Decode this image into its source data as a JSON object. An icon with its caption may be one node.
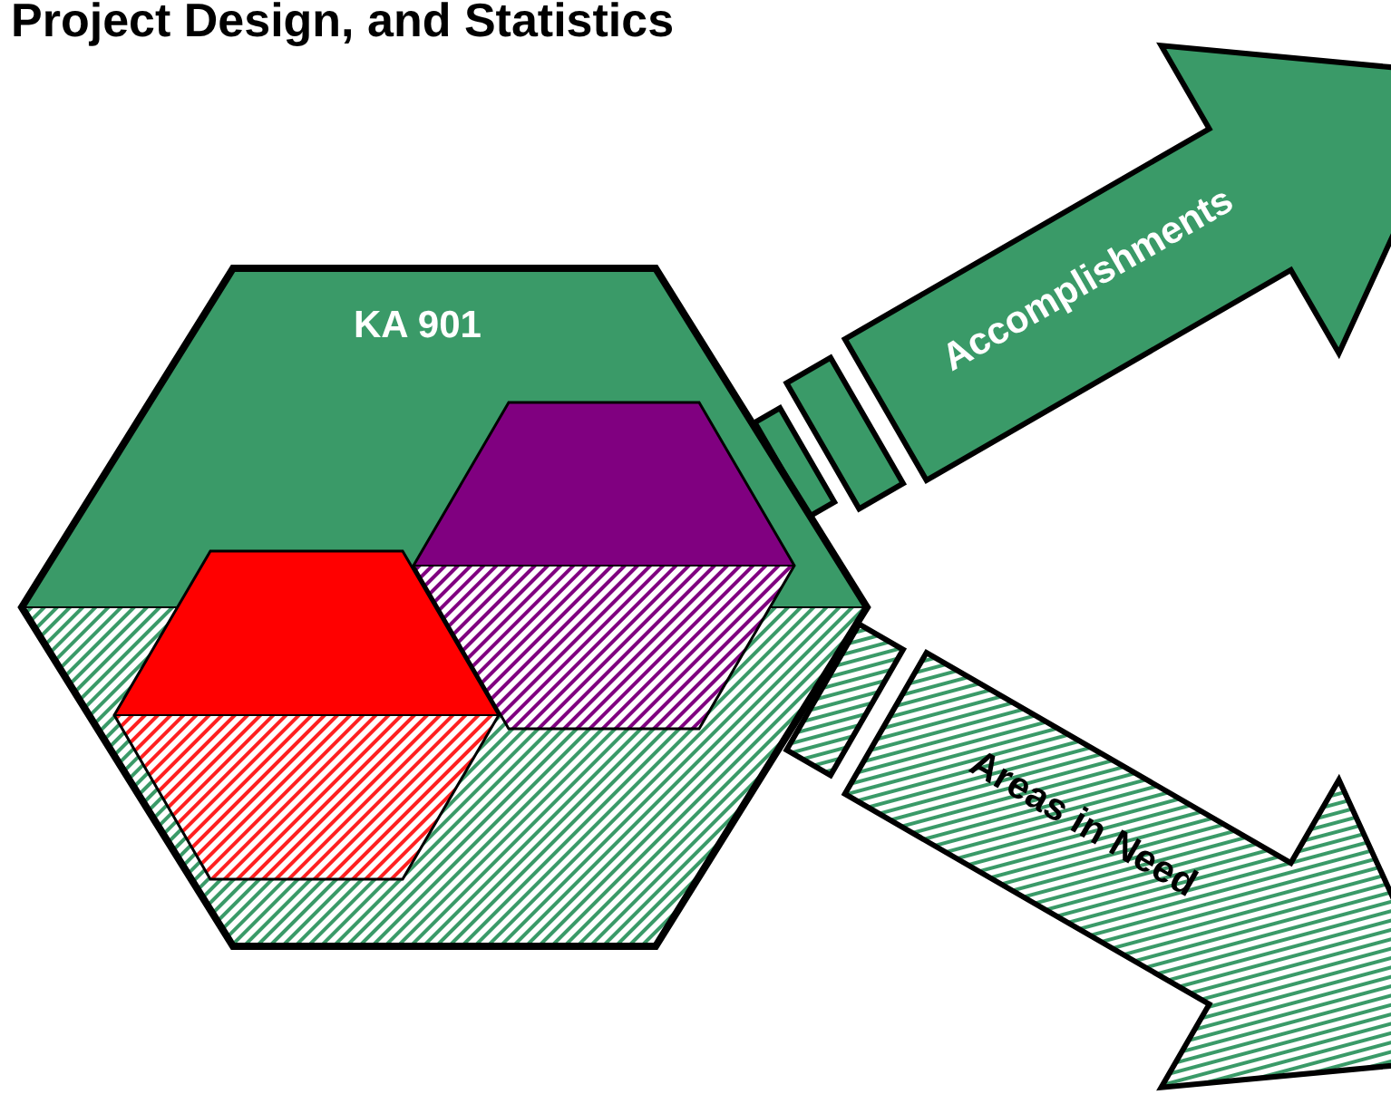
{
  "diagram": {
    "title": "Project Design, and Statistics",
    "nodes": [
      {
        "text": [
          "KA 901"
        ]
      },
      {
        "text": [],
        "shape": "hexagon",
        "in": 0
      },
      {
        "text": [],
        "shape": "hexagon",
        "in": 0
      },
      {
        "text": [
          "Accomplishments"
        ]
      },
      {
        "text": [
          "Areas in Need"
        ]
      }
    ],
    "edges": []
  }
}
